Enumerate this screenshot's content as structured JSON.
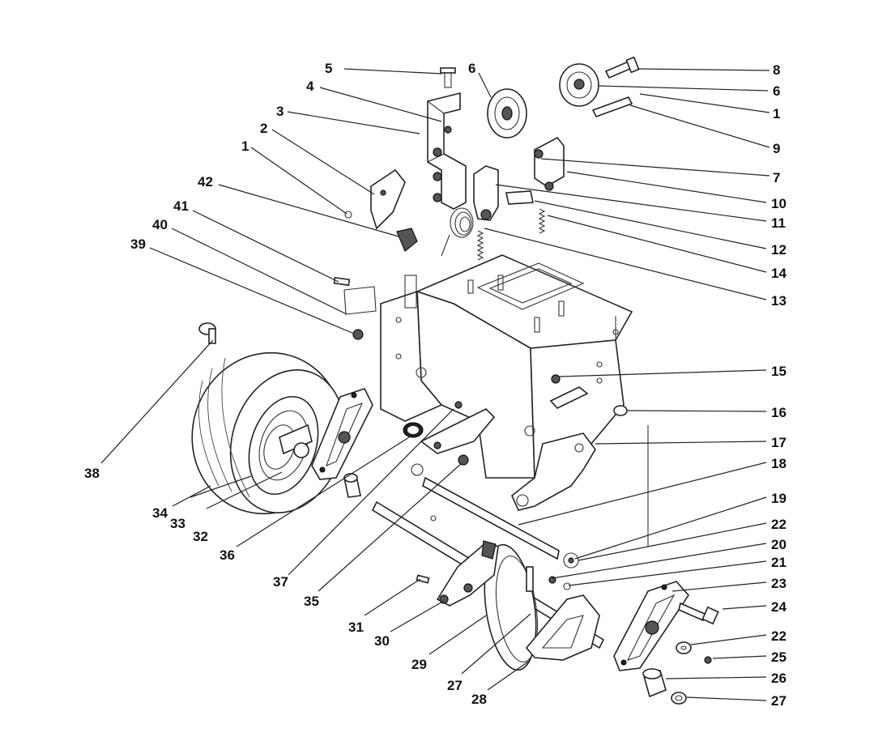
{
  "callouts": [
    {
      "id": "c5",
      "label": "5"
    },
    {
      "id": "c4",
      "label": "4"
    },
    {
      "id": "c3",
      "label": "3"
    },
    {
      "id": "c2",
      "label": "2"
    },
    {
      "id": "c1a",
      "label": "1"
    },
    {
      "id": "c42",
      "label": "42"
    },
    {
      "id": "c41",
      "label": "41"
    },
    {
      "id": "c40",
      "label": "40"
    },
    {
      "id": "c39",
      "label": "39"
    },
    {
      "id": "c38",
      "label": "38"
    },
    {
      "id": "c34",
      "label": "34"
    },
    {
      "id": "c33",
      "label": "33"
    },
    {
      "id": "c32",
      "label": "32"
    },
    {
      "id": "c36",
      "label": "36"
    },
    {
      "id": "c37",
      "label": "37"
    },
    {
      "id": "c35",
      "label": "35"
    },
    {
      "id": "c31",
      "label": "31"
    },
    {
      "id": "c30",
      "label": "30"
    },
    {
      "id": "c29",
      "label": "29"
    },
    {
      "id": "c27a",
      "label": "27"
    },
    {
      "id": "c28",
      "label": "28"
    },
    {
      "id": "c6a",
      "label": "6"
    },
    {
      "id": "c8",
      "label": "8"
    },
    {
      "id": "c6b",
      "label": "6"
    },
    {
      "id": "c1b",
      "label": "1"
    },
    {
      "id": "c9",
      "label": "9"
    },
    {
      "id": "c7",
      "label": "7"
    },
    {
      "id": "c10",
      "label": "10"
    },
    {
      "id": "c11",
      "label": "11"
    },
    {
      "id": "c12",
      "label": "12"
    },
    {
      "id": "c14",
      "label": "14"
    },
    {
      "id": "c13",
      "label": "13"
    },
    {
      "id": "c15",
      "label": "15"
    },
    {
      "id": "c16",
      "label": "16"
    },
    {
      "id": "c17",
      "label": "17"
    },
    {
      "id": "c18",
      "label": "18"
    },
    {
      "id": "c19",
      "label": "19"
    },
    {
      "id": "c22a",
      "label": "22"
    },
    {
      "id": "c20",
      "label": "20"
    },
    {
      "id": "c21",
      "label": "21"
    },
    {
      "id": "c23",
      "label": "23"
    },
    {
      "id": "c24",
      "label": "24"
    },
    {
      "id": "c22b",
      "label": "22"
    },
    {
      "id": "c25",
      "label": "25"
    },
    {
      "id": "c26",
      "label": "26"
    },
    {
      "id": "c27b",
      "label": "27"
    }
  ]
}
